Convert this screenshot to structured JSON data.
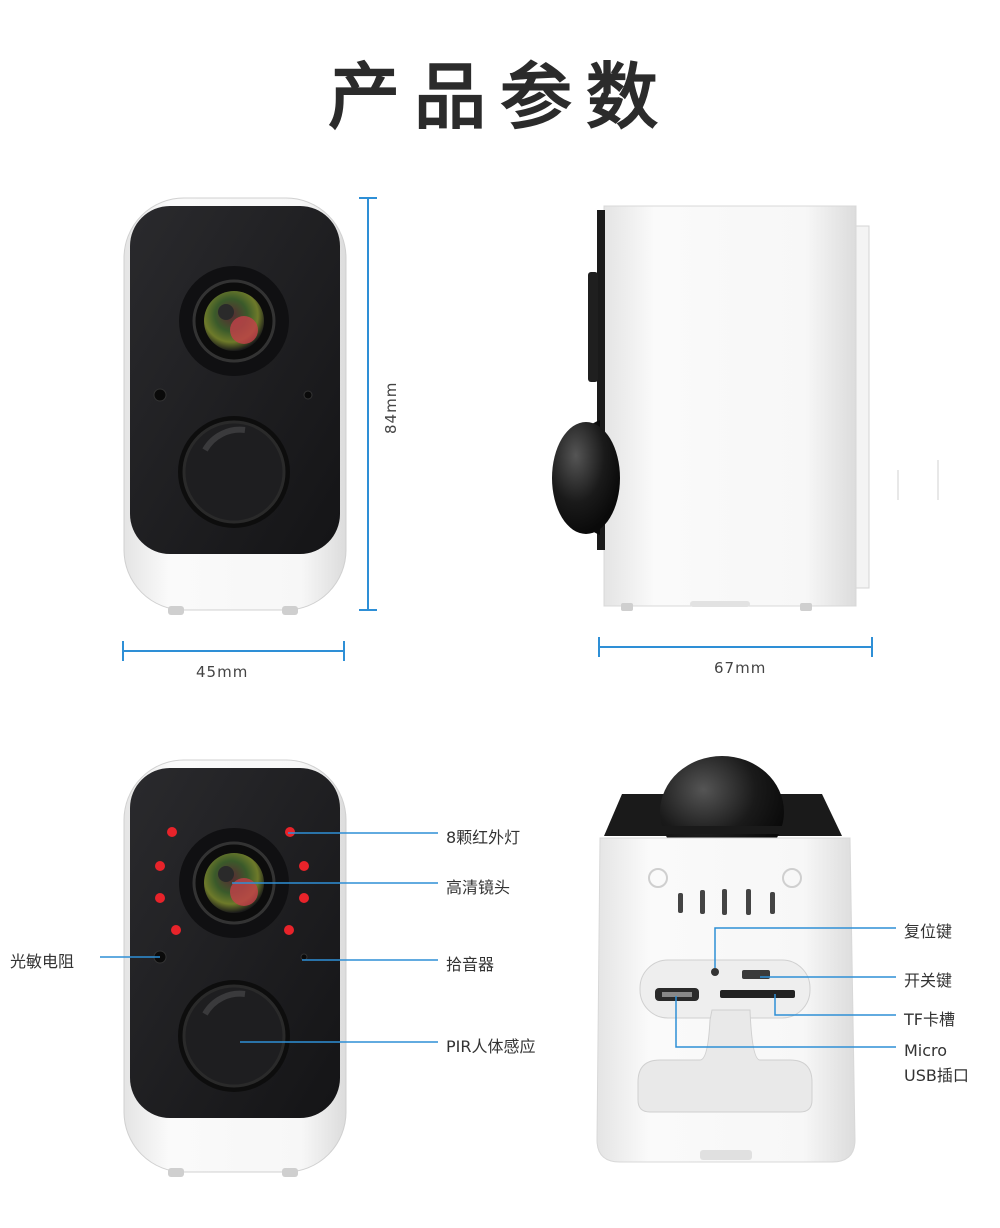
{
  "title": "产品参数",
  "dimensions": {
    "height": "84mm",
    "width_front": "45mm",
    "depth_side": "67mm"
  },
  "callouts": {
    "ir_leds": "8颗红外灯",
    "hd_lens": "高清镜头",
    "light_sensor": "光敏电阻",
    "microphone": "拾音器",
    "pir_sensor": "PIR人体感应",
    "reset_button": "复位键",
    "power_switch": "开关键",
    "tf_slot": "TF卡槽",
    "micro_usb_line1": "Micro",
    "micro_usb_line2": "USB插口"
  },
  "colors": {
    "accent_blue": "#2e8fd6",
    "body_white": "#f2f2f2",
    "face_black": "#1c1c1e",
    "ir_red": "#e8232a"
  }
}
